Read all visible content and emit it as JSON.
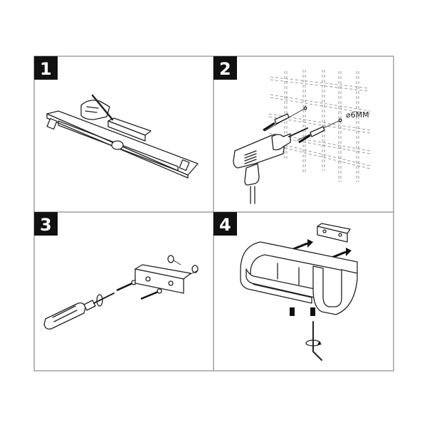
{
  "steps": [
    {
      "number": "1"
    },
    {
      "number": "2",
      "label": "⌀6MM"
    },
    {
      "number": "3"
    },
    {
      "number": "4"
    }
  ],
  "colors": {
    "badge": "#111111",
    "border": "#8a8a8a",
    "grid": "#9a9a9a"
  }
}
